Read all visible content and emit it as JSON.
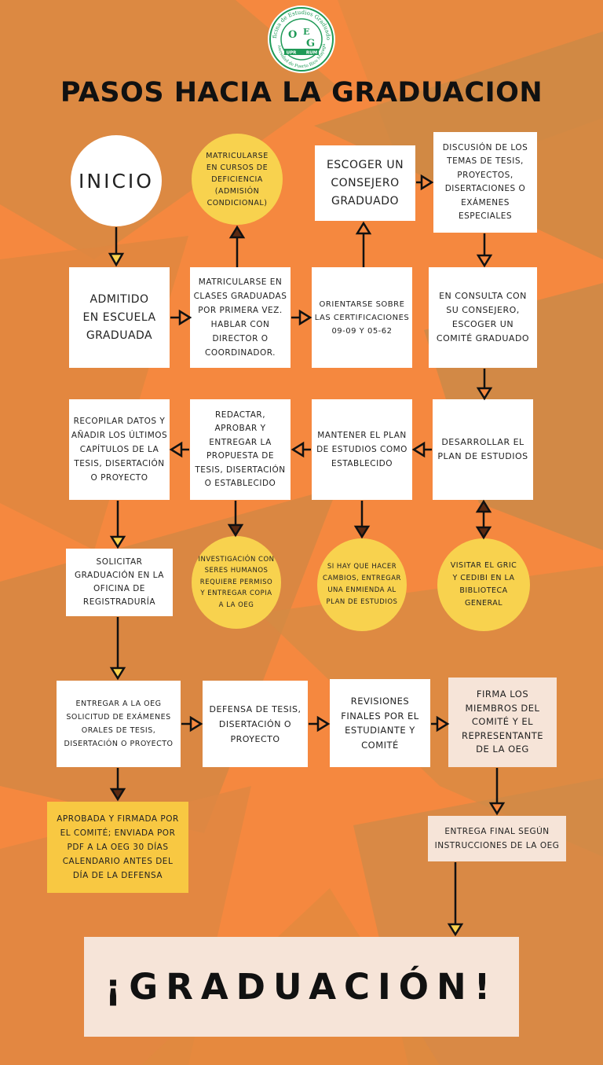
{
  "logo": {
    "ring_text_top": "Oficina de Estudios Graduados",
    "ring_text_bottom": "Universidad de Puerto Rico Mayagüez",
    "letters": [
      "O",
      "E",
      "G"
    ],
    "ribbon_left": "UPR",
    "ribbon_right": "RUM"
  },
  "title": "PASOS HACIA LA GRADUACION",
  "nodes": {
    "inicio": "INICIO",
    "matricularse_deficiencia": "MATRICULARSE\nEN CURSOS DE\nDEFICIENCIA\n(ADMISIÓN\nCONDICIONAL)",
    "escoger_consejero": "ESCOGER UN\nCONSEJERO\nGRADUADO",
    "discusion_temas": "DISCUSIÓN DE LOS\nTEMAS DE TESIS,\nPROYECTOS,\nDISERTACIONES O\nEXÁMENES\nESPECIALES",
    "admitido": "ADMITIDO\nEN ESCUELA\nGRADUADA",
    "matricularse_clases": "MATRICULARSE EN\nCLASES GRADUADAS\nPOR PRIMERA VEZ.\nHABLAR CON\nDIRECTOR O\nCOORDINADOR.",
    "orientarse": "ORIENTARSE SOBRE\nLAS CERTIFICACIONES\n09-09 Y 05-62",
    "consulta_consejero": "EN CONSULTA CON\nSU CONSEJERO,\nESCOGER UN\nCOMITÉ GRADUADO",
    "recopilar": "RECOPILAR DATOS Y\nAÑADIR LOS ÚLTIMOS\nCAPÍTULOS DE LA\nTESIS, DISERTACIÓN\nO PROYECTO",
    "redactar": "REDACTAR,\nAPROBAR Y\nENTREGAR LA\nPROPUESTA DE\nTESIS, DISERTACIÓN\nO ESTABLECIDO",
    "mantener_plan": "MANTENER EL PLAN\nDE ESTUDIOS COMO\nESTABLECIDO",
    "desarrollar_plan": "DESARROLLAR EL\nPLAN DE ESTUDIOS",
    "solicitar_graduacion": "SOLICITAR\nGRADUACIÓN EN LA\nOFICINA DE\nREGISTRADURÍA",
    "investigacion": "INVESTIGACIÓN CON\nSERES HUMANOS\nREQUIERE PERMISO\nY ENTREGAR COPIA\nA LA OEG",
    "cambios": "SI HAY QUE HACER\nCAMBIOS, ENTREGAR\nUNA ENMIENDA AL\nPLAN DE ESTUDIOS",
    "visitar": "VISITAR EL GRIC\nY CEDIBI EN LA\nBIBLIOTECA\nGENERAL",
    "entregar_solicitud": "ENTREGAR A LA OEG\nSOLICITUD DE EXÁMENES\nORALES DE TESIS,\nDISERTACIÓN O PROYECTO",
    "defensa": "DEFENSA DE TESIS,\nDISERTACIÓN O\nPROYECTO",
    "revisiones": "REVISIONES\nFINALES POR EL\nESTUDIANTE Y\nCOMITÉ",
    "firma": "FIRMA LOS\nMIEMBROS DEL\nCOMITÉ Y EL\nREPRESENTANTE\nDE LA OEG",
    "aprobada": "APROBADA Y FIRMADA POR\nEL COMITÉ; ENVIADA POR\nPDF A LA OEG 30 DÍAS\nCALENDARIO ANTES DEL\nDÍA DE LA DEFENSA",
    "entrega_final": "ENTREGA FINAL SEGÚN\nINSTRUCCIONES DE LA OEG",
    "graduacion": "¡GRADUACIÓN!"
  },
  "colors": {
    "background": "#f5883f",
    "shape_dark": "#d77f3f",
    "shape_olive": "#bf8b45",
    "circle": "#f8d24e",
    "note_box": "#f8c842",
    "arrow": "#111111",
    "logo_green": "#1f9a57"
  }
}
